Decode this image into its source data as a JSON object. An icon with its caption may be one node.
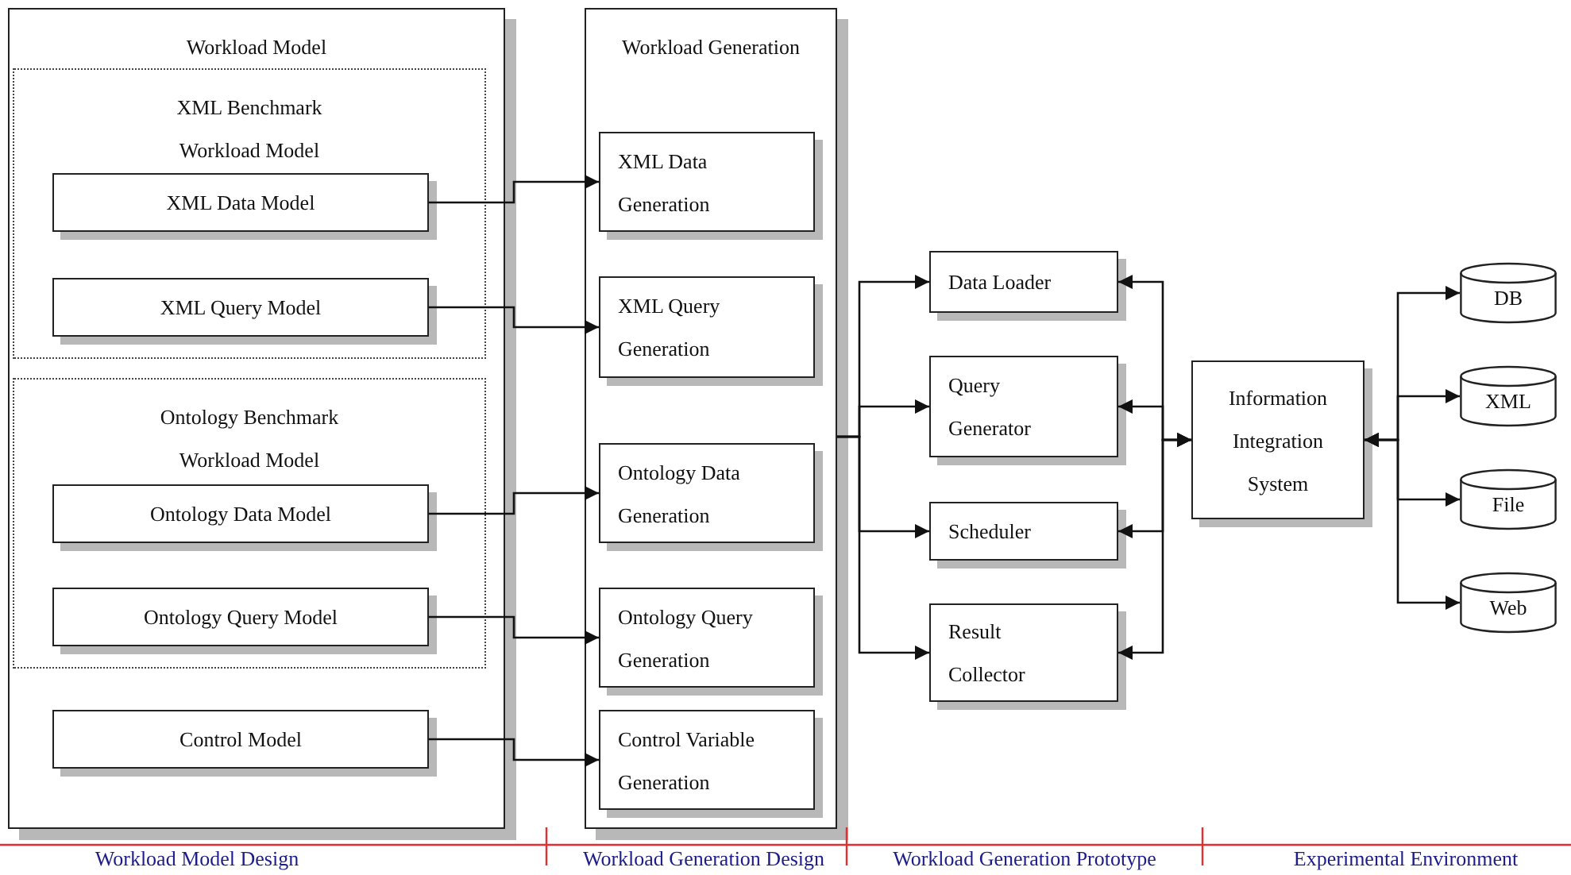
{
  "diagram": {
    "nodes": [
      {
        "text": [
          "Workload Model"
        ]
      },
      {
        "text": [
          "XML Benchmark Workload Model"
        ],
        "in": 0
      },
      {
        "text": [
          "XML Data Model"
        ],
        "in": 1
      },
      {
        "text": [
          "XML Query Model"
        ],
        "in": 1
      },
      {
        "text": [
          "Ontology Benchmark Workload Model"
        ],
        "in": 0
      },
      {
        "text": [
          "Ontology Data Model"
        ],
        "in": 4
      },
      {
        "text": [
          "Ontology Query Model"
        ],
        "in": 4
      },
      {
        "text": [
          "Control Model"
        ],
        "in": 0
      },
      {
        "text": [
          "Workload Generation"
        ]
      },
      {
        "text": [
          "XML Data Generation"
        ],
        "in": 8
      },
      {
        "text": [
          "XML Query Generation"
        ],
        "in": 8
      },
      {
        "text": [
          "Ontology Data Generation"
        ],
        "in": 8
      },
      {
        "text": [
          "Ontology Query Generation"
        ],
        "in": 8
      },
      {
        "text": [
          "Control Variable Generation"
        ],
        "in": 8
      },
      {
        "text": [
          "Data Loader"
        ]
      },
      {
        "text": [
          "Query Generator"
        ]
      },
      {
        "text": [
          "Scheduler"
        ]
      },
      {
        "text": [
          "Result Collector"
        ]
      },
      {
        "text": [
          "Information Integration System"
        ]
      },
      {
        "text": [
          "DB"
        ]
      },
      {
        "text": [
          "XML"
        ]
      },
      {
        "text": [
          "File"
        ]
      },
      {
        "text": [
          "Web"
        ]
      }
    ],
    "edges": [
      {
        "from": 2,
        "to": 9,
        "arrow": "to"
      },
      {
        "from": 3,
        "to": 10,
        "arrow": "to"
      },
      {
        "from": 5,
        "to": 11,
        "arrow": "to"
      },
      {
        "from": 6,
        "to": 12,
        "arrow": "to"
      },
      {
        "from": 7,
        "to": 13,
        "arrow": "to"
      },
      {
        "from": 8,
        "to": 14,
        "arrow": "to"
      },
      {
        "from": 8,
        "to": 15,
        "arrow": "to"
      },
      {
        "from": 8,
        "to": 16,
        "arrow": "to"
      },
      {
        "from": 8,
        "to": 17,
        "arrow": "to"
      },
      {
        "from": 18,
        "to": 14,
        "arrow": "both"
      },
      {
        "from": 18,
        "to": 15,
        "arrow": "both"
      },
      {
        "from": 18,
        "to": 16,
        "arrow": "both"
      },
      {
        "from": 18,
        "to": 17,
        "arrow": "both"
      },
      {
        "from": 18,
        "to": 19,
        "arrow": "both"
      },
      {
        "from": 18,
        "to": 20,
        "arrow": "both"
      },
      {
        "from": 18,
        "to": 21,
        "arrow": "both"
      },
      {
        "from": 18,
        "to": 22,
        "arrow": "both"
      }
    ],
    "labels": [
      "Workload Model Design",
      "Workload Generation Design",
      "Workload Generation Prototype",
      "Experimental Environment"
    ]
  }
}
